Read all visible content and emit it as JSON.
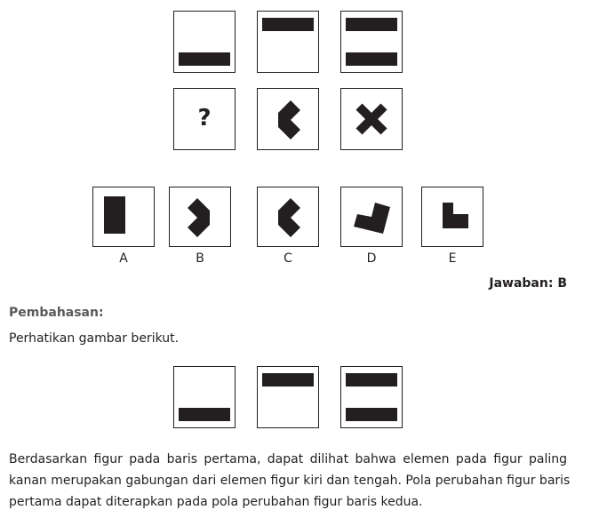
{
  "question": {
    "missing_mark": "?",
    "options": [
      {
        "letter": "A",
        "shape": "vertical-bar"
      },
      {
        "letter": "B",
        "shape": "chevron-right"
      },
      {
        "letter": "C",
        "shape": "chevron-left"
      },
      {
        "letter": "D",
        "shape": "rotated-l"
      },
      {
        "letter": "E",
        "shape": "l-shape"
      }
    ]
  },
  "answer": "Jawaban: B",
  "explanation": {
    "heading": "Pembahasan:",
    "intro": "Perhatikan gambar berikut.",
    "lines": [
      "Berdasarkan figur pada baris pertama, dapat dilihat bahwa elemen pada figur paling",
      "kanan merupakan gabungan dari elemen figur kiri dan tengah. Pola perubahan figur baris",
      "pertama dapat diterapkan pada pola perubahan figur baris kedua."
    ]
  }
}
